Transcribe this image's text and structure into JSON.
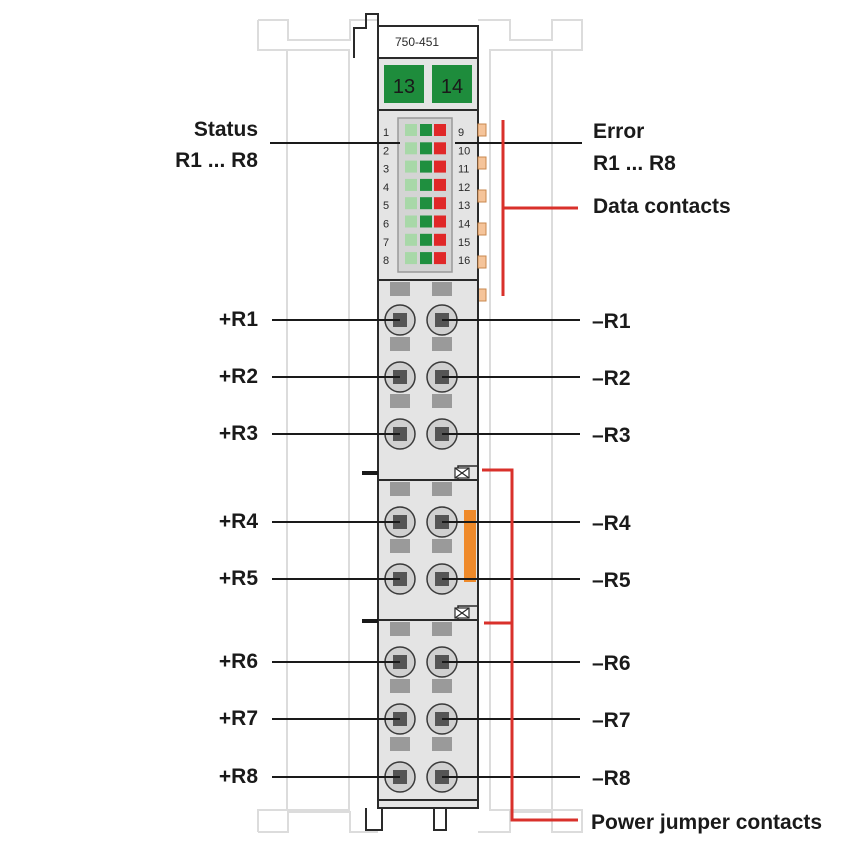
{
  "module": {
    "part_number": "750-451",
    "top_connectors": [
      "13",
      "14"
    ],
    "status_led_numbers": [
      "1",
      "2",
      "3",
      "4",
      "5",
      "6",
      "7",
      "8"
    ],
    "error_led_numbers": [
      "9",
      "10",
      "11",
      "12",
      "13",
      "14",
      "15",
      "16"
    ]
  },
  "labels": {
    "status_line1": "Status",
    "status_line2": "R1 ... R8",
    "error_line1": "Error",
    "error_line2": "R1 ... R8",
    "data_contacts": "Data contacts",
    "power_jumper_contacts": "Power jumper contacts",
    "terminals_left": [
      "+R1",
      "+R2",
      "+R3",
      "+R4",
      "+R5",
      "+R6",
      "+R7",
      "+R8"
    ],
    "terminals_right": [
      "–R1",
      "–R2",
      "–R3",
      "–R4",
      "–R5",
      "–R6",
      "–R7",
      "–R8"
    ]
  },
  "colors": {
    "connector_green": "#1e8c3c",
    "led_green": "#a8d8a8",
    "led_dark_green": "#1f8f3f",
    "led_red": "#e02828",
    "data_contact_orange": "#f5c49a",
    "jumper_orange": "#ef8a2a",
    "callout_red": "#d9312b",
    "module_gray": "#e4e4e4",
    "outline_light": "#dcdcdc"
  }
}
